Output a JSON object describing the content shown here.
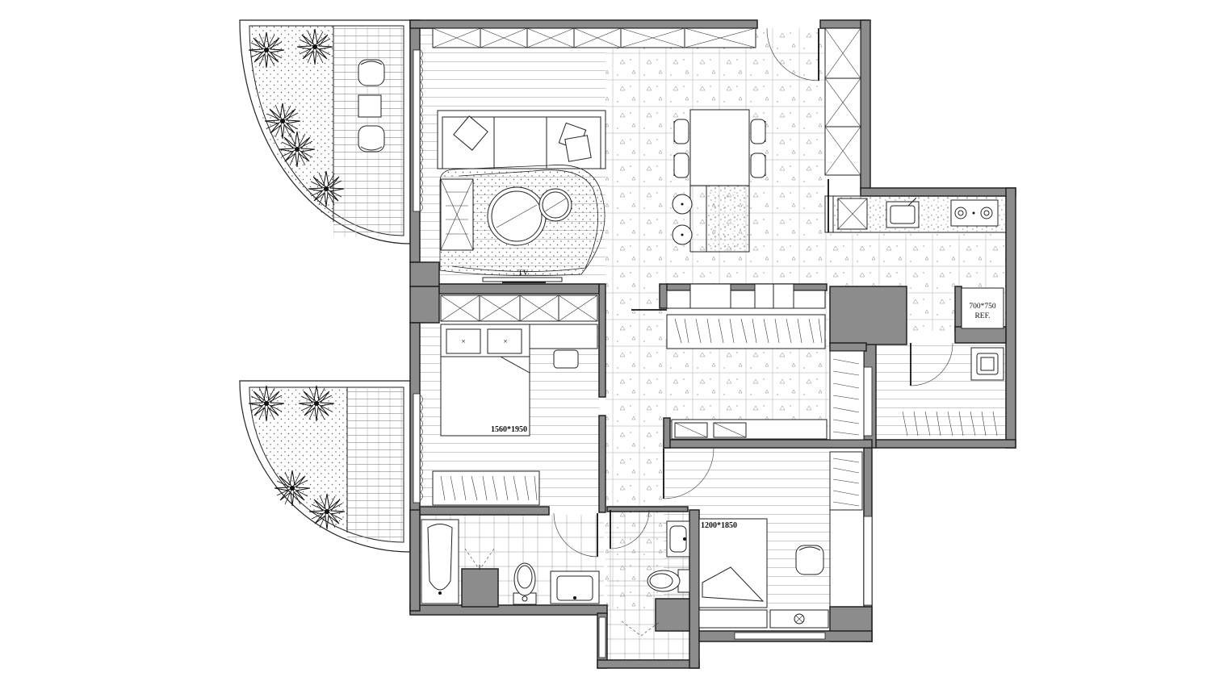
{
  "labels": {
    "tv": "TV",
    "master_bed": "1560*1950",
    "second_bed": "1200*1850",
    "fridge_size": "700*750",
    "fridge": "REF."
  },
  "colors": {
    "wall": "#8c8c8c",
    "line": "#222222",
    "background": "#ffffff"
  },
  "icons": [
    "plant-icon",
    "chair-icon",
    "sofa-icon",
    "bed-icon",
    "toilet-icon",
    "bathtub-icon",
    "sink-icon",
    "stove-icon",
    "door-swing-icon"
  ]
}
